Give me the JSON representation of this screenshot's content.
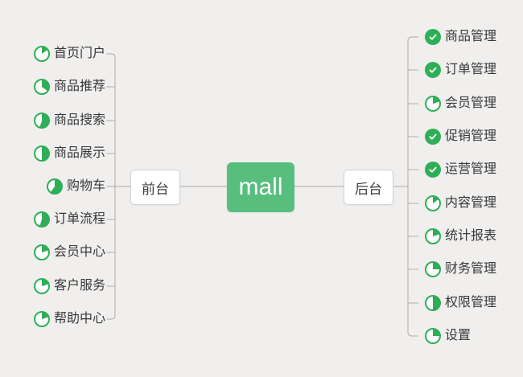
{
  "colors": {
    "background": "#f0efee",
    "accent_green": "#2eae56",
    "root_green": "#57be7e",
    "line": "#b9b7b5"
  },
  "root": {
    "label": "mall"
  },
  "left_branch": {
    "node_label": "前台",
    "items": [
      {
        "label": "首页门户",
        "icon": "progress-pie",
        "progress": 15
      },
      {
        "label": "商品推荐",
        "icon": "progress-pie",
        "progress": 35
      },
      {
        "label": "商品搜索",
        "icon": "progress-pie",
        "progress": 55
      },
      {
        "label": "商品展示",
        "icon": "progress-pie",
        "progress": 50
      },
      {
        "label": "购物车",
        "icon": "progress-pie",
        "progress": 60
      },
      {
        "label": "订单流程",
        "icon": "progress-pie",
        "progress": 55
      },
      {
        "label": "会员中心",
        "icon": "progress-pie",
        "progress": 20
      },
      {
        "label": "客户服务",
        "icon": "progress-pie",
        "progress": 20
      },
      {
        "label": "帮助中心",
        "icon": "progress-pie",
        "progress": 20
      }
    ]
  },
  "right_branch": {
    "node_label": "后台",
    "items": [
      {
        "label": "商品管理",
        "icon": "check-done"
      },
      {
        "label": "订单管理",
        "icon": "check-done"
      },
      {
        "label": "会员管理",
        "icon": "progress-pie",
        "progress": 20
      },
      {
        "label": "促销管理",
        "icon": "check-done"
      },
      {
        "label": "运营管理",
        "icon": "check-done"
      },
      {
        "label": "内容管理",
        "icon": "progress-pie",
        "progress": 15
      },
      {
        "label": "统计报表",
        "icon": "progress-pie",
        "progress": 20
      },
      {
        "label": "财务管理",
        "icon": "progress-pie",
        "progress": 25
      },
      {
        "label": "权限管理",
        "icon": "progress-pie",
        "progress": 50
      },
      {
        "label": "设置",
        "icon": "progress-pie",
        "progress": 25
      }
    ]
  }
}
